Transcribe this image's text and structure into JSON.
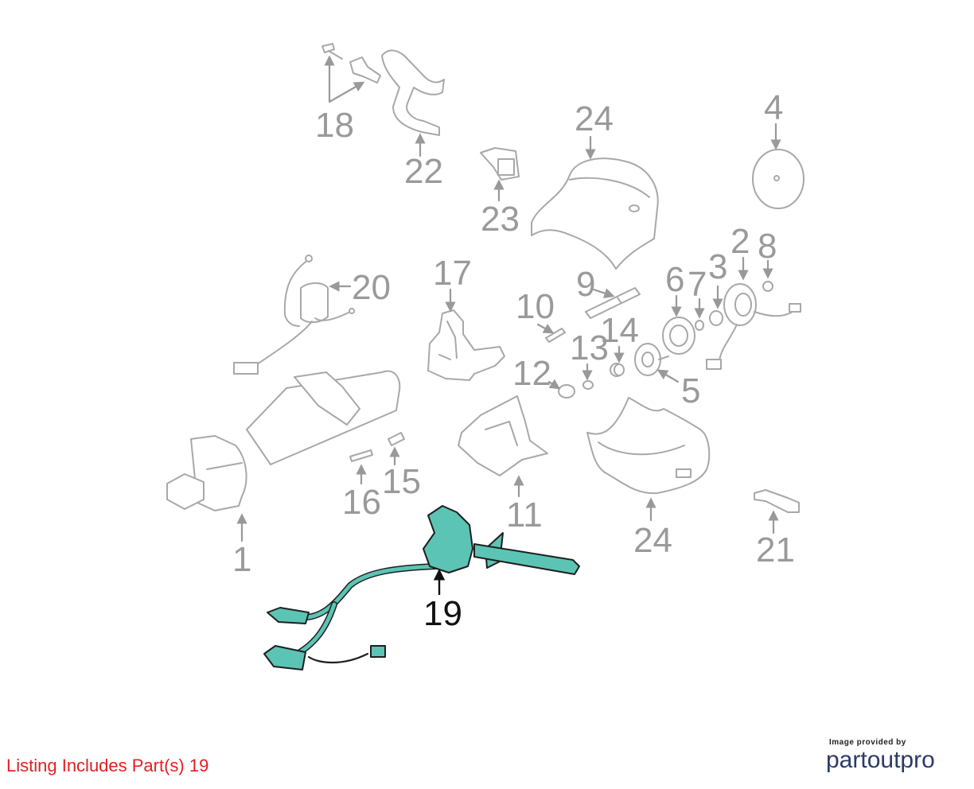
{
  "diagram": {
    "callouts": {
      "c1": "1",
      "c2": "2",
      "c3": "3",
      "c4": "4",
      "c5": "5",
      "c6": "6",
      "c7": "7",
      "c8": "8",
      "c9": "9",
      "c10": "10",
      "c11": "11",
      "c12": "12",
      "c13": "13",
      "c14": "14",
      "c15": "15",
      "c16": "16",
      "c17": "17",
      "c18": "18",
      "c19": "19",
      "c20": "20",
      "c21": "21",
      "c22": "22",
      "c23": "23",
      "c24a": "24",
      "c24b": "24"
    },
    "highlighted_part": "19",
    "colors": {
      "highlight": "#5cc4b4",
      "outline": "#a8a8a8",
      "callout": "#9a9a9a",
      "note": "#e02020",
      "logo": "#2b3a67"
    }
  },
  "footer": {
    "listing_note": "Listing Includes Part(s) 19",
    "provider_caption": "Image provided by",
    "provider_logo": "partoutpro"
  }
}
